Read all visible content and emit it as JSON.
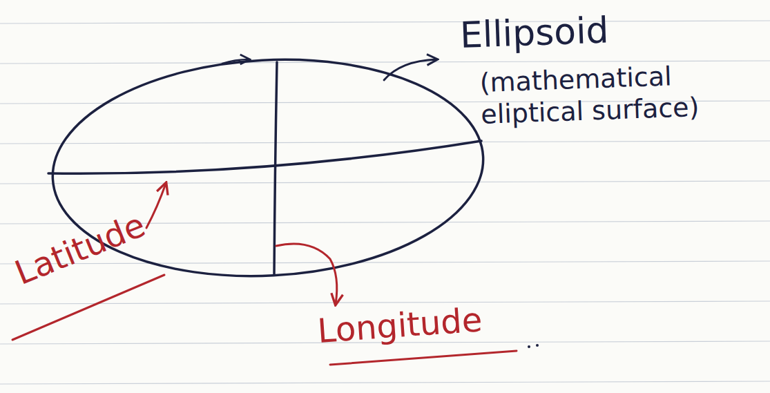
{
  "diagram": {
    "labels": [
      "Ellipsoid",
      "(mathematical eliptical surface)",
      "Latitude",
      "Longitude"
    ]
  }
}
